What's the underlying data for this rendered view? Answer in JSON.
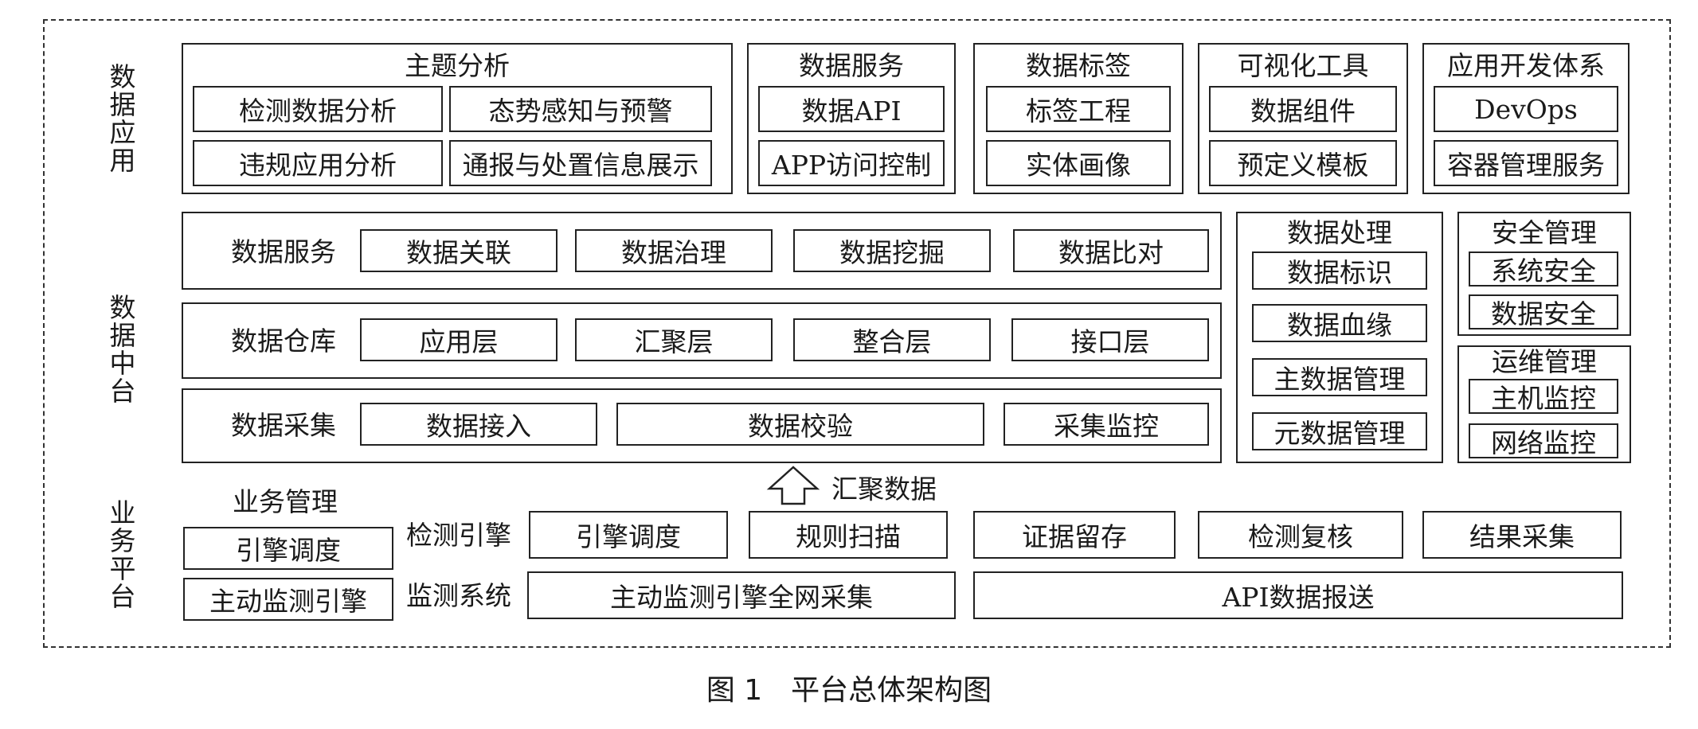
{
  "layers": {
    "data_application": {
      "label": "数据应用",
      "groups": [
        {
          "title": "主题分析",
          "items": [
            "检测数据分析",
            "态势感知与预警",
            "违规应用分析",
            "通报与处置信息展示"
          ]
        },
        {
          "title": "数据服务",
          "items": [
            "数据API",
            "APP访问控制"
          ]
        },
        {
          "title": "数据标签",
          "items": [
            "标签工程",
            "实体画像"
          ]
        },
        {
          "title": "可视化工具",
          "items": [
            "数据组件",
            "预定义模板"
          ]
        },
        {
          "title": "应用开发体系",
          "items": [
            "DevOps",
            "容器管理服务"
          ]
        }
      ]
    },
    "data_middle": {
      "label": "数据中台",
      "rows": [
        {
          "title": "数据服务",
          "items": [
            "数据关联",
            "数据治理",
            "数据挖掘",
            "数据比对"
          ]
        },
        {
          "title": "数据仓库",
          "items": [
            "应用层",
            "汇聚层",
            "整合层",
            "接口层"
          ]
        },
        {
          "title": "数据采集",
          "items": [
            "数据接入",
            "数据校验",
            "采集监控"
          ]
        }
      ],
      "processing": {
        "title": "数据处理",
        "items": [
          "数据标识",
          "数据血缘",
          "主数据管理",
          "元数据管理"
        ]
      },
      "security": {
        "title": "安全管理",
        "items": [
          "系统安全",
          "数据安全"
        ]
      },
      "operations": {
        "title": "运维管理",
        "items": [
          "主机监控",
          "网络监控"
        ]
      }
    },
    "business_platform": {
      "label": "业务平台",
      "arrow_label": "汇聚数据",
      "business_mgmt": {
        "title": "业务管理",
        "items": [
          "引擎调度",
          "主动监测引擎"
        ]
      },
      "detection_engine": {
        "title": "检测引擎",
        "items": [
          "引擎调度",
          "规则扫描",
          "证据留存",
          "检测复核",
          "结果采集"
        ]
      },
      "monitoring_system": {
        "title": "监测系统",
        "items": [
          "主动监测引擎全网采集",
          "API数据报送"
        ]
      }
    }
  },
  "caption": "图 1　平台总体架构图"
}
